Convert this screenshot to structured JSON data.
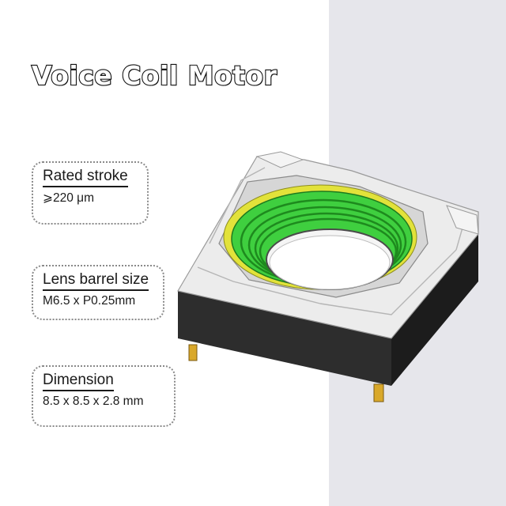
{
  "title": "Voice Coil Motor",
  "specs": [
    {
      "label": "Rated stroke",
      "value": "⩾220 μm"
    },
    {
      "label": "Lens barrel size",
      "value": "M6.5 x P0.25mm"
    },
    {
      "label": "Dimension",
      "value": "8.5 x 8.5 x 2.8 mm"
    }
  ],
  "colors": {
    "panel": "#e6e6eb",
    "housing_body": "#2a2a2a",
    "housing_top": "#ececec",
    "coil": "#44d944",
    "flex_pcb": "#e2e23a",
    "pins": "#d9a82a"
  },
  "icons": [
    "voice-coil-motor-illustration"
  ]
}
